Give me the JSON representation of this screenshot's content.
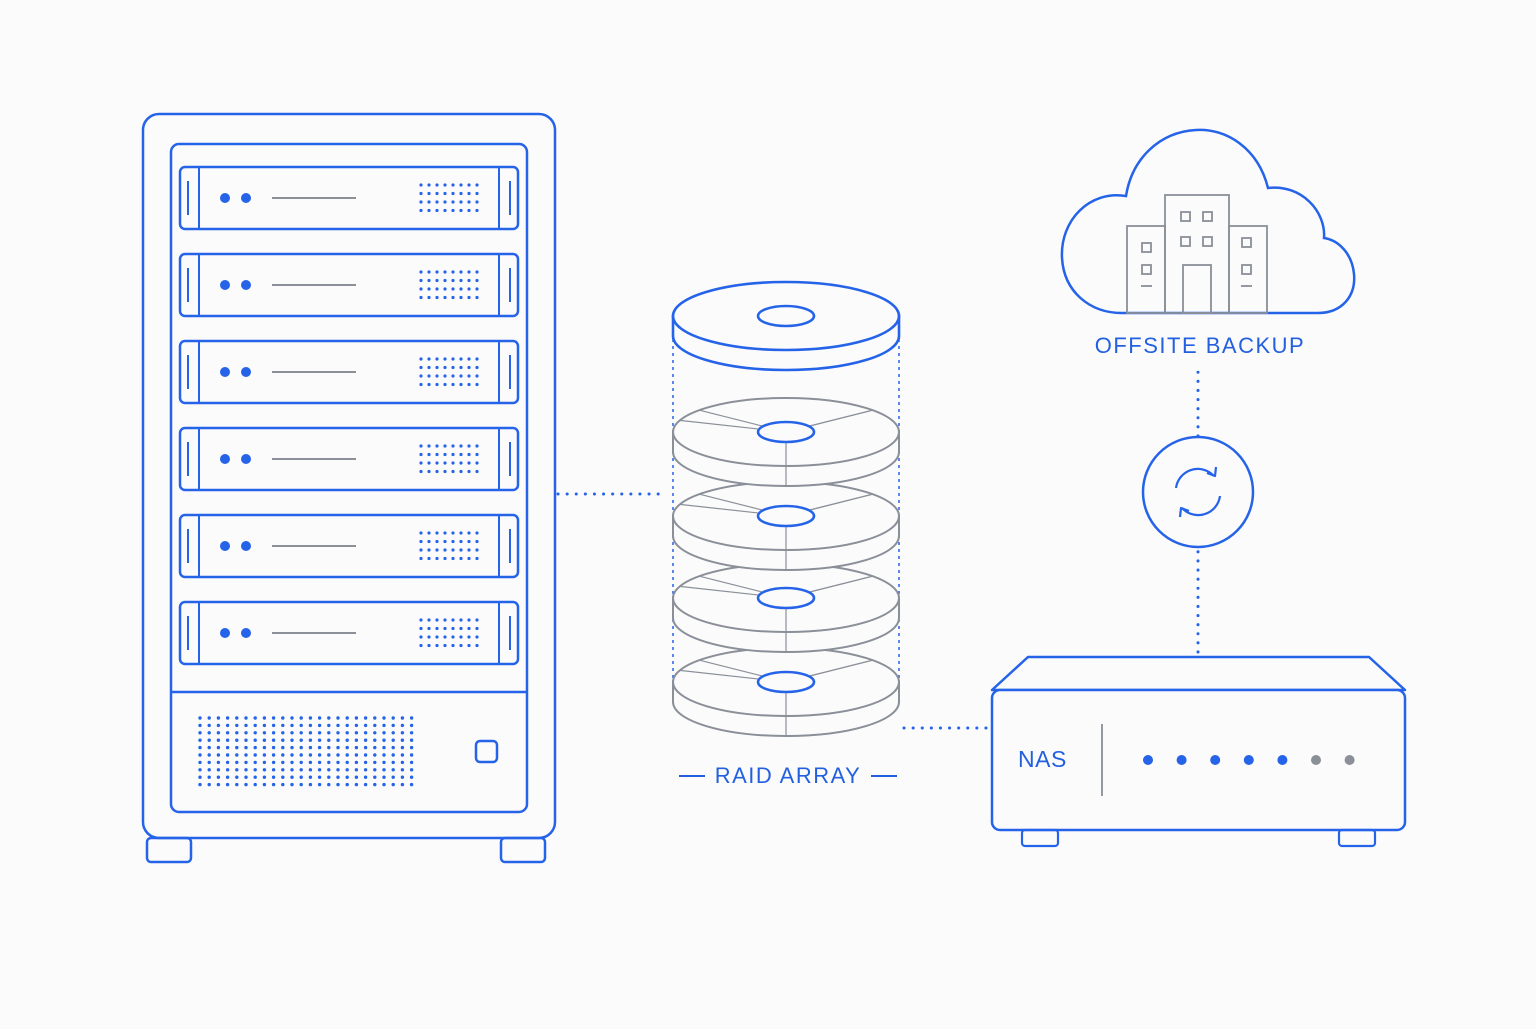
{
  "diagram": {
    "colors": {
      "accent": "#2563e8",
      "muted": "#8a8f98",
      "background": "#fbfbfc"
    },
    "server_rack": {
      "name": "server-rack",
      "units": 6,
      "unit_status_leds": 2
    },
    "raid": {
      "label": "RAID ARRAY",
      "disks": 5
    },
    "offsite": {
      "label": "OFFSITE BACKUP",
      "icon": "cloud-building-icon"
    },
    "sync": {
      "icon": "sync-icon"
    },
    "nas": {
      "label": "NAS",
      "leds_active": 5,
      "leds_inactive": 2
    },
    "connections": [
      {
        "from": "server-rack",
        "to": "raid-array",
        "style": "dotted"
      },
      {
        "from": "raid-array",
        "to": "nas-device",
        "style": "dotted"
      },
      {
        "from": "nas-device",
        "to": "sync-node",
        "style": "dotted"
      },
      {
        "from": "sync-node",
        "to": "offsite-backup",
        "style": "dotted"
      }
    ]
  }
}
